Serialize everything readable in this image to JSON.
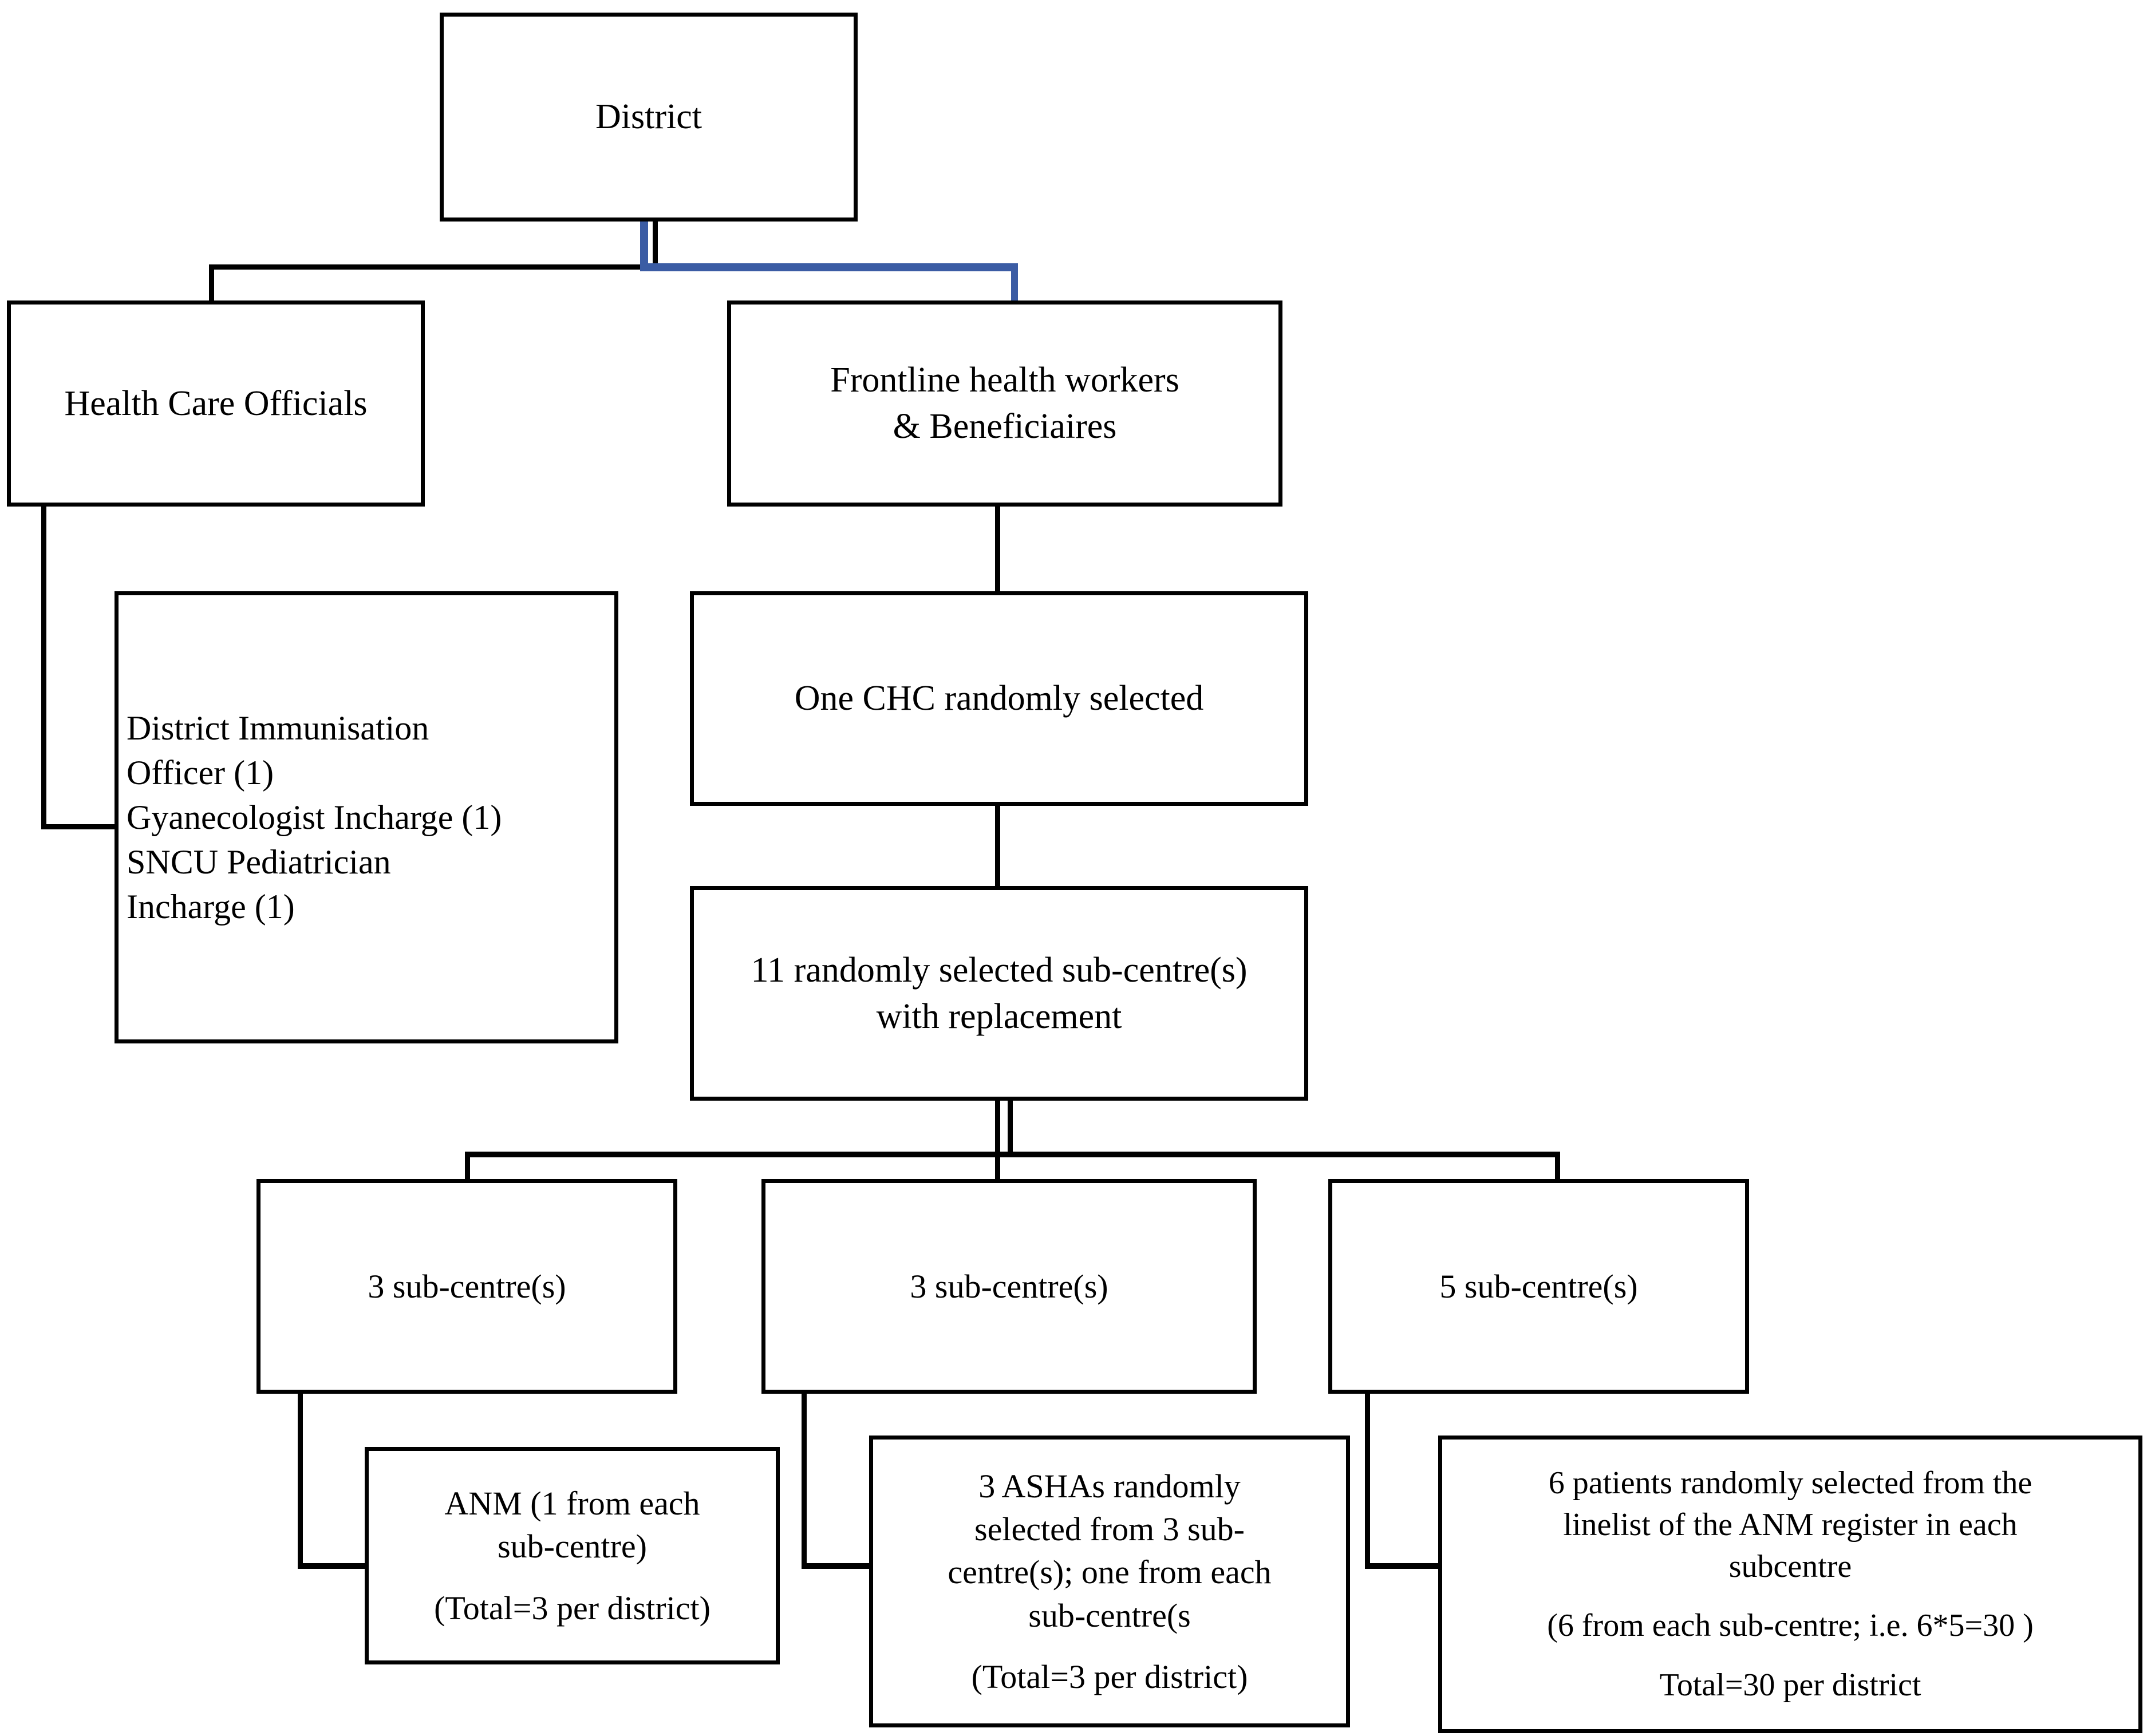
{
  "diagram": {
    "type": "flowchart",
    "title": "Sampling framework flow diagram",
    "accent_color": "#3b5ca4",
    "line_color": "#000000",
    "background": "#ffffff"
  },
  "nodes": {
    "district": {
      "label": "District"
    },
    "health_care_officials": {
      "label": "Health Care Officials"
    },
    "frontline": {
      "line1": "Frontline health workers",
      "line2": "& Beneficiaires"
    },
    "officials_list": {
      "item1": "District Immunisation",
      "item2": "Officer (1)",
      "item3": "Gyanecologist Incharge (1)",
      "item4": "SNCU Pediatrician",
      "item5": "Incharge (1)"
    },
    "chc": {
      "label": "One CHC randomly selected"
    },
    "subcentres_11": {
      "line1": "11 randomly selected sub-centre(s)",
      "line2": "with replacement"
    },
    "sub_a": {
      "label": "3 sub-centre(s)"
    },
    "sub_b": {
      "label": "3 sub-centre(s)"
    },
    "sub_c": {
      "label": "5 sub-centre(s)"
    },
    "anm": {
      "line1": "ANM (1 from each",
      "line2": "sub-centre)",
      "line3": "(Total=3 per district)"
    },
    "asha": {
      "line1": "3 ASHAs randomly",
      "line2": "selected from 3 sub-",
      "line3": "centre(s); one from each",
      "line4": "sub-centre(s",
      "line5": "(Total=3 per district)"
    },
    "patients": {
      "line1": "6 patients randomly selected from the",
      "line2": "linelist of the ANM register in each",
      "line3": "subcentre",
      "line4": "(6 from each sub-centre; i.e. 6*5=30 )",
      "line5": "Total=30 per district"
    }
  }
}
